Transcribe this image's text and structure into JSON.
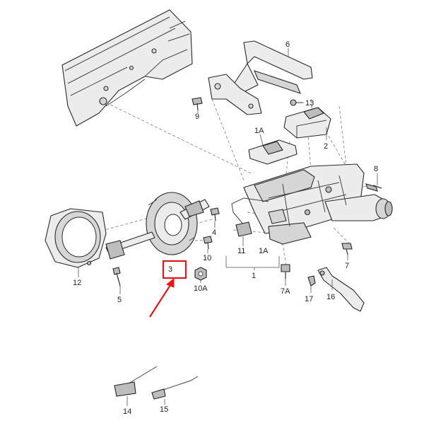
{
  "labels": {
    "p1": "1",
    "p1a_top": "1A",
    "p1a_bottom": "1A",
    "p2": "2",
    "p3": "3",
    "p4": "4",
    "p5": "5",
    "p6": "6",
    "p7": "7",
    "p7a": "7A",
    "p8": "8",
    "p9": "9",
    "p10": "10",
    "p10a": "10A",
    "p11": "11",
    "p12": "12",
    "p13": "13",
    "p14": "14",
    "p15": "15",
    "p16": "16",
    "p17": "17"
  },
  "highlight": {
    "target_label": "3",
    "color": "#e01818"
  }
}
